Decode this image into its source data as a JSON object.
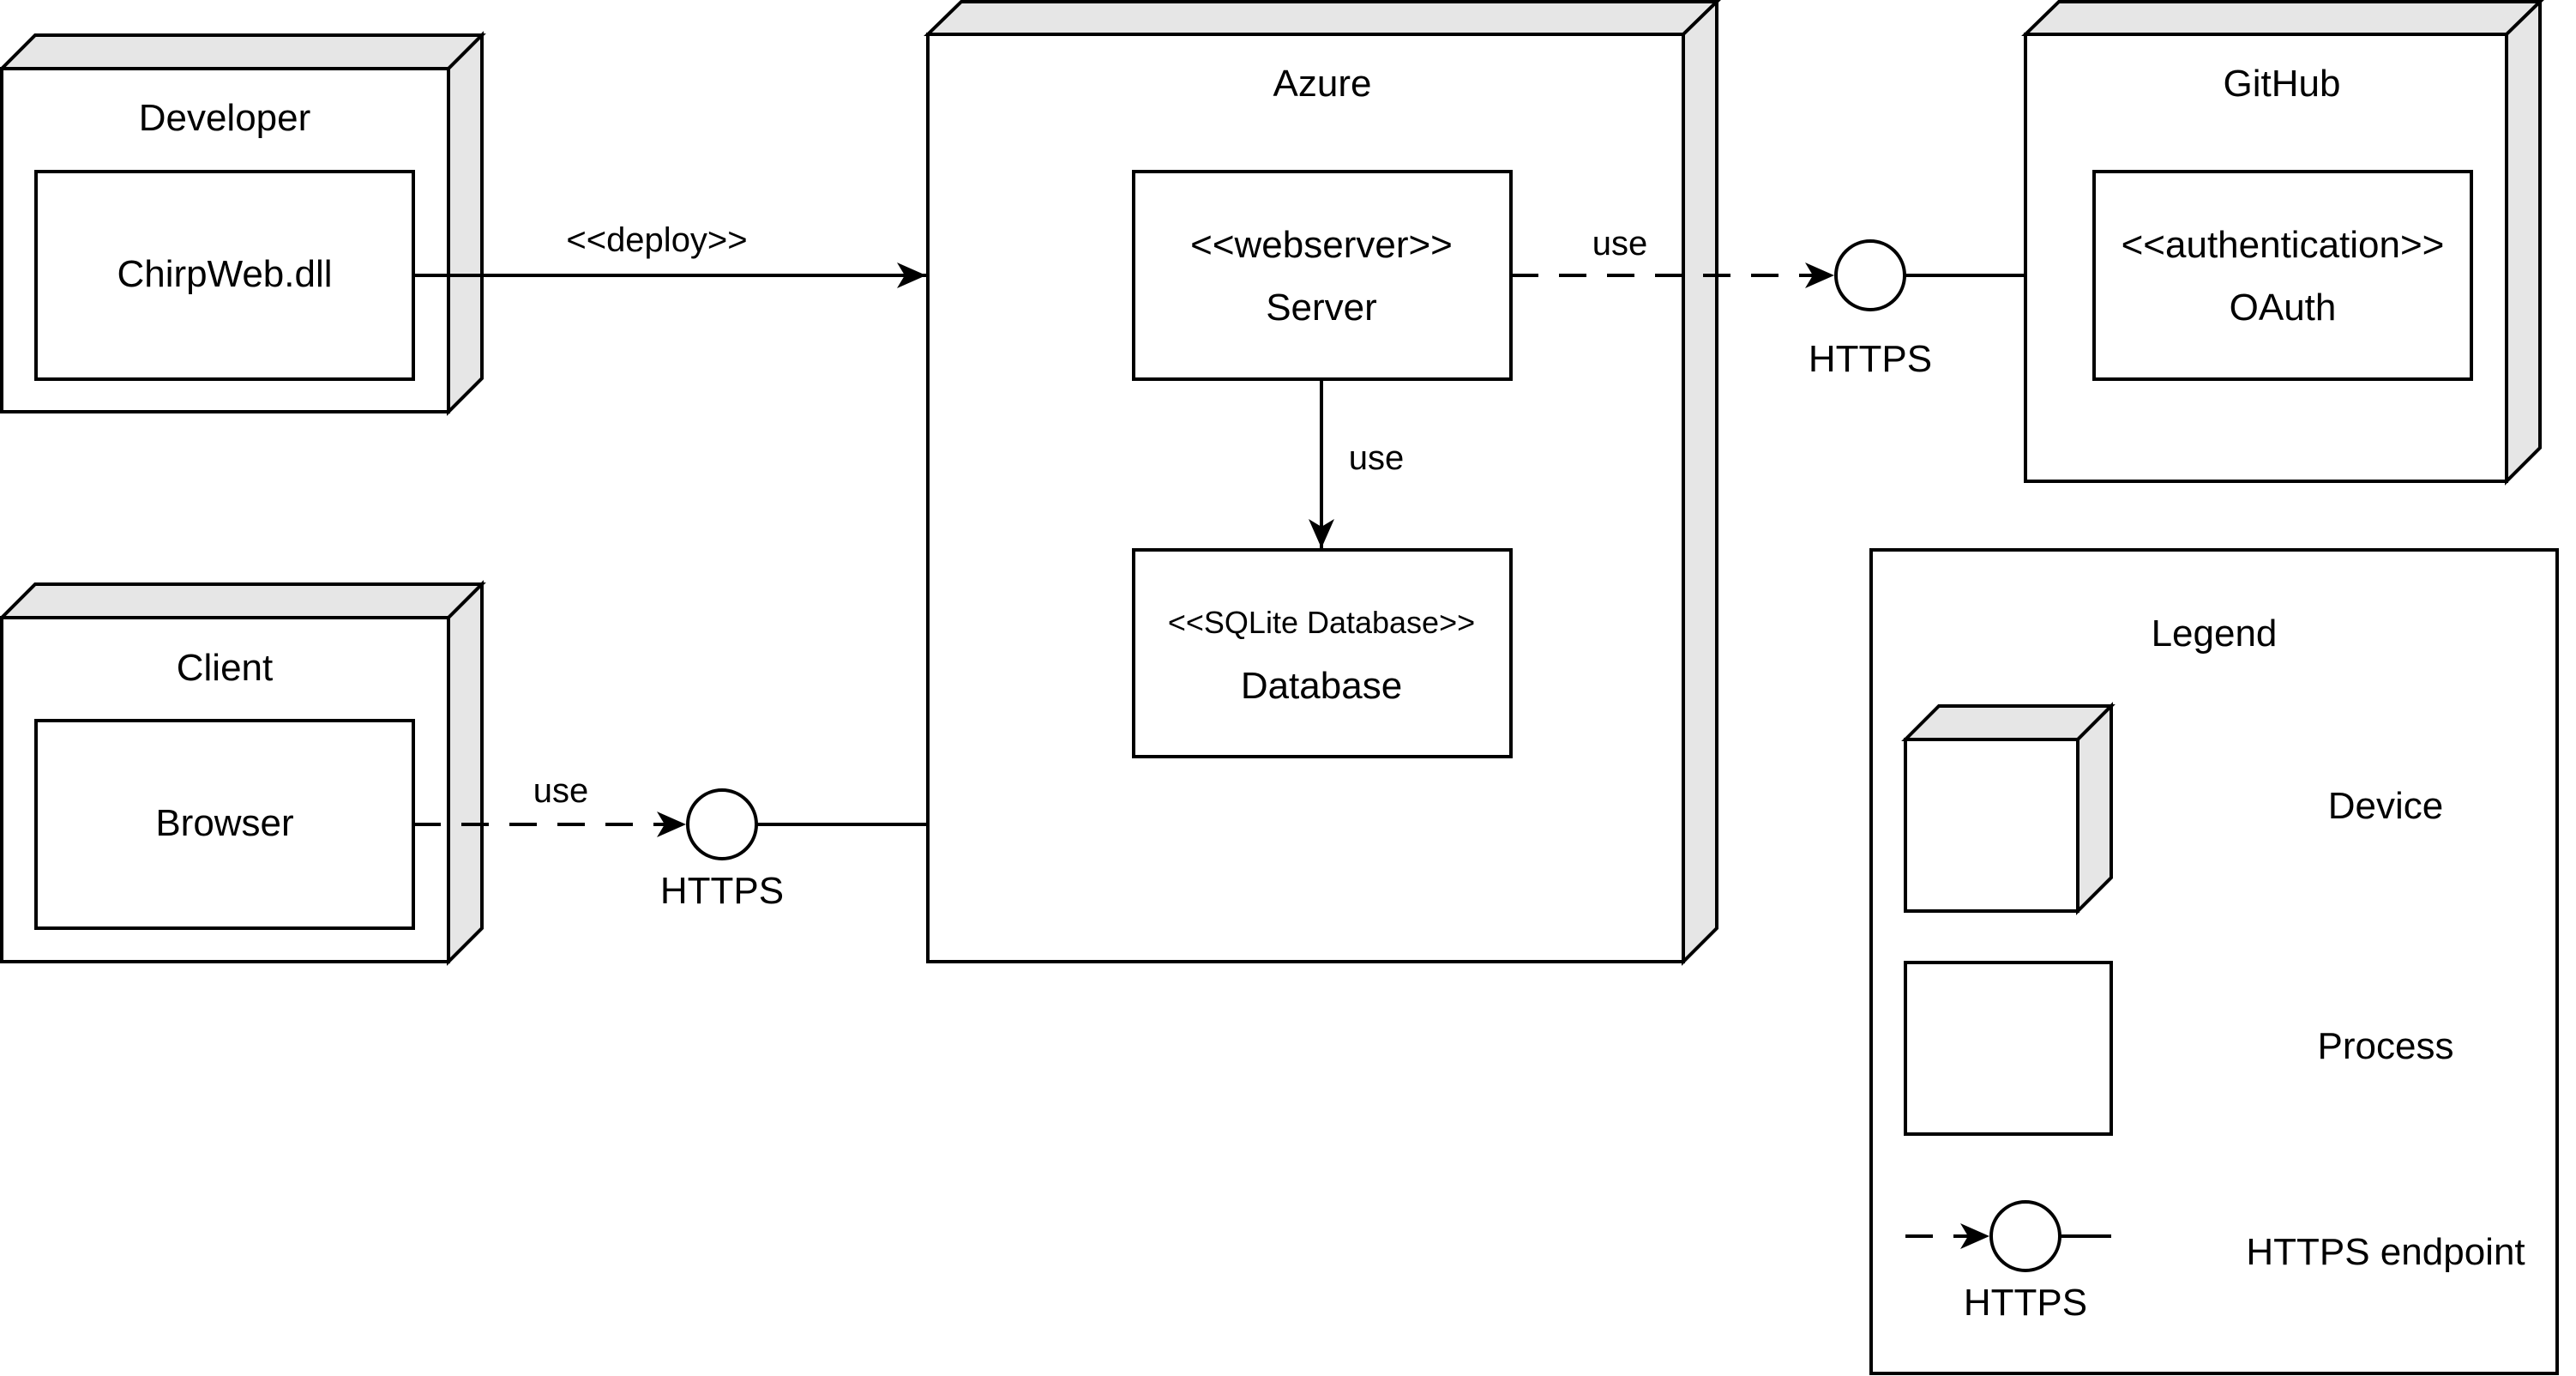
{
  "colors": {
    "stroke": "#000000",
    "background": "#ffffff",
    "node_side": "#e6e6e6"
  },
  "nodes": {
    "developer": {
      "title": "Developer",
      "artifact": "ChirpWeb.dll"
    },
    "client": {
      "title": "Client",
      "artifact": "Browser"
    },
    "azure": {
      "title": "Azure",
      "server": {
        "stereotype": "<<webserver>>",
        "name": "Server"
      },
      "database": {
        "stereotype": "<<SQLite Database>>",
        "name": "Database"
      }
    },
    "github": {
      "title": "GitHub",
      "oauth": {
        "stereotype": "<<authentication>>",
        "name": "OAuth"
      }
    }
  },
  "connectors": {
    "deploy_label": "<<deploy>>",
    "server_github_label": "use",
    "server_db_label": "use",
    "browser_azure_label": "use",
    "github_endpoint_label": "HTTPS",
    "azure_endpoint_label": "HTTPS"
  },
  "legend": {
    "title": "Legend",
    "items": [
      {
        "label": "Device",
        "icon": "device-node-icon"
      },
      {
        "label": "Process",
        "icon": "process-box-icon"
      },
      {
        "label": "HTTPS endpoint",
        "icon": "https-endpoint-icon",
        "icon_label": "HTTPS"
      }
    ]
  }
}
